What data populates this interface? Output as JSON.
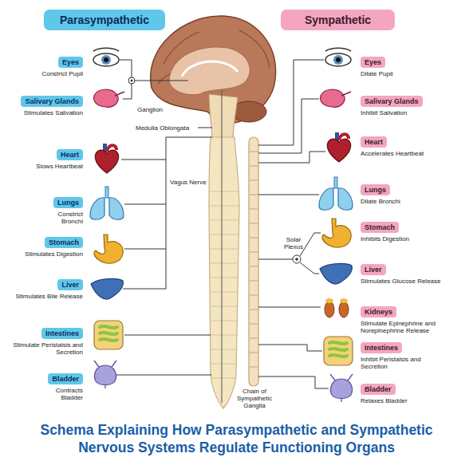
{
  "diagram": {
    "caption": "Schema Explaining How Parasympathetic and Sympathetic Nervous Systems Regulate Functioning Organs",
    "nodes": [
      {
        "text": [
          "Parasympathetic"
        ]
      },
      {
        "text": [
          "Eyes",
          "Constrict Pupil"
        ]
      },
      {
        "text": [
          "Salivary Glands",
          "Stimulates Salivation"
        ]
      },
      {
        "text": [
          "Heart",
          "Slows Heartbeat"
        ]
      },
      {
        "text": [
          "Lungs",
          "Constrict Bronchi"
        ]
      },
      {
        "text": [
          "Stomach",
          "Stimulates Digestion"
        ]
      },
      {
        "text": [
          "Liver",
          "Stimulates Bile Release"
        ]
      },
      {
        "text": [
          "Intestines",
          "Stimulate Peristalsis and Secretion"
        ]
      },
      {
        "text": [
          "Bladder",
          "Contracts Bladder"
        ]
      },
      {
        "text": [
          "Sympathetic"
        ]
      },
      {
        "text": [
          "Eyes",
          "Dilate Pupil"
        ]
      },
      {
        "text": [
          "Salivary Glands",
          "Inhibit Salivation"
        ]
      },
      {
        "text": [
          "Heart",
          "Accelerates Heartbeat"
        ]
      },
      {
        "text": [
          "Lungs",
          "Dilate Bronchi"
        ]
      },
      {
        "text": [
          "Stomach",
          "Inhibits Digestion"
        ]
      },
      {
        "text": [
          "Liver",
          "Stimulates Glucose Release"
        ]
      },
      {
        "text": [
          "Kidneys",
          "Stimulate Epinephrine and Norepinephrine Release"
        ]
      },
      {
        "text": [
          "Intestines",
          "Inhibit Peristalsis and Secretion"
        ]
      },
      {
        "text": [
          "Bladder",
          "Relaxes Bladder"
        ]
      }
    ],
    "labels": [
      "Ganglion",
      "Medulla Oblongata",
      "Vagus Nerve",
      "Solar Plexus",
      "Chain of Sympathetic Ganglia"
    ]
  }
}
